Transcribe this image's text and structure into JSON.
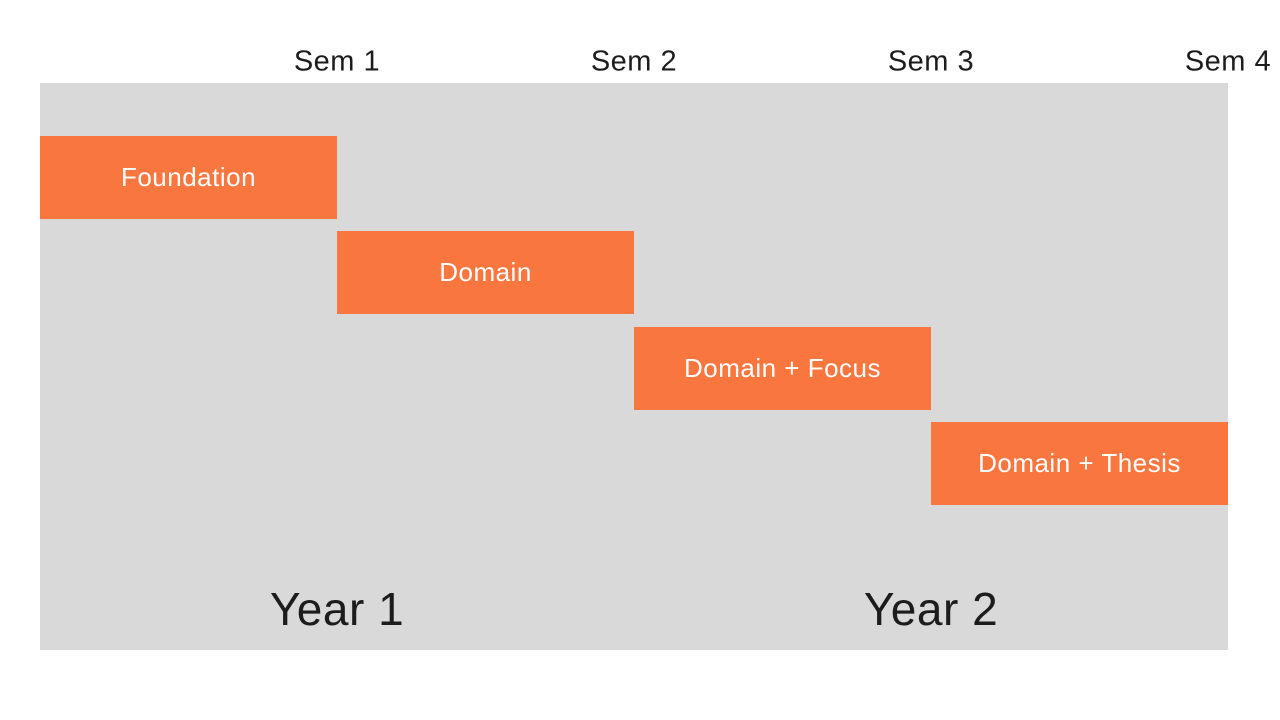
{
  "chart_data": {
    "type": "bar",
    "subtype": "gantt-timeline",
    "title": "",
    "x_axis": {
      "tick_labels": [
        "Sem 1",
        "Sem 2",
        "Sem 3",
        "Sem 4"
      ],
      "range": [
        0,
        4
      ],
      "ticks_at": [
        1,
        2,
        3,
        4
      ],
      "grid": false,
      "position": "top"
    },
    "bars": [
      {
        "label": "Foundation",
        "start": 0,
        "end": 1,
        "row": 0
      },
      {
        "label": "Domain",
        "start": 1,
        "end": 2,
        "row": 1
      },
      {
        "label": "Domain + Focus",
        "start": 2,
        "end": 3,
        "row": 2
      },
      {
        "label": "Domain + Thesis",
        "start": 3,
        "end": 4,
        "row": 3
      }
    ],
    "annotations": [
      {
        "label": "Year 1",
        "x": 1,
        "position": "bottom-inside"
      },
      {
        "label": "Year 2",
        "x": 3,
        "position": "bottom-inside"
      }
    ],
    "colors": {
      "bar_fill": "#F9763F",
      "bar_text": "#FFFFFF",
      "plot_background": "#D9D9D9",
      "page_background": "#FFFFFF",
      "axis_text": "#1C1C1C",
      "annotation_text": "#1C1C1C"
    },
    "legend": {
      "shown": false
    }
  }
}
